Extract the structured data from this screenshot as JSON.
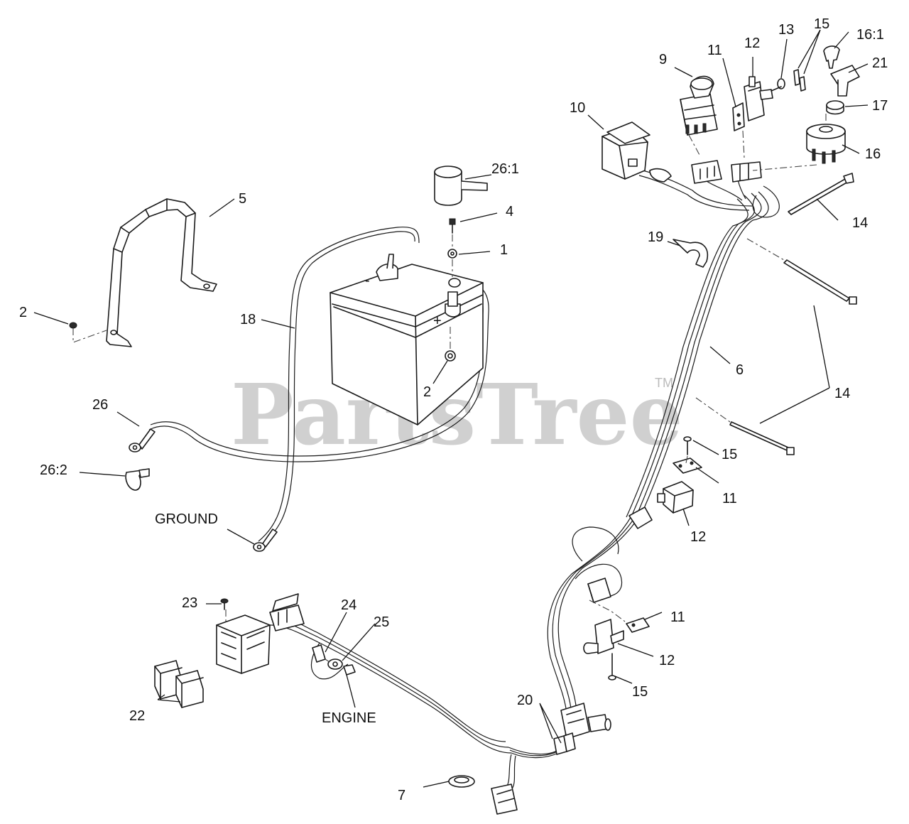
{
  "watermark": {
    "brand": "PartsTree",
    "trademark": "TM"
  },
  "callouts": {
    "c1": "1",
    "c2a": "2",
    "c2b": "2",
    "c4": "4",
    "c5": "5",
    "c6": "6",
    "c7": "7",
    "c9": "9",
    "c10": "10",
    "c11a": "11",
    "c11b": "11",
    "c11c": "11",
    "c12a": "12",
    "c12b": "12",
    "c12c": "12",
    "c13": "13",
    "c14a": "14",
    "c14b": "14",
    "c15a": "15",
    "c15b": "15",
    "c15c": "15",
    "c16": "16",
    "c16_1": "16:1",
    "c17": "17",
    "c18": "18",
    "c19": "19",
    "c20": "20",
    "c21": "21",
    "c22": "22",
    "c23": "23",
    "c24": "24",
    "c25": "25",
    "c26": "26",
    "c26_1": "26:1",
    "c26_2": "26:2",
    "ground": "GROUND",
    "engine": "ENGINE"
  },
  "battery_marks": {
    "negative": "-",
    "positive": "+"
  }
}
